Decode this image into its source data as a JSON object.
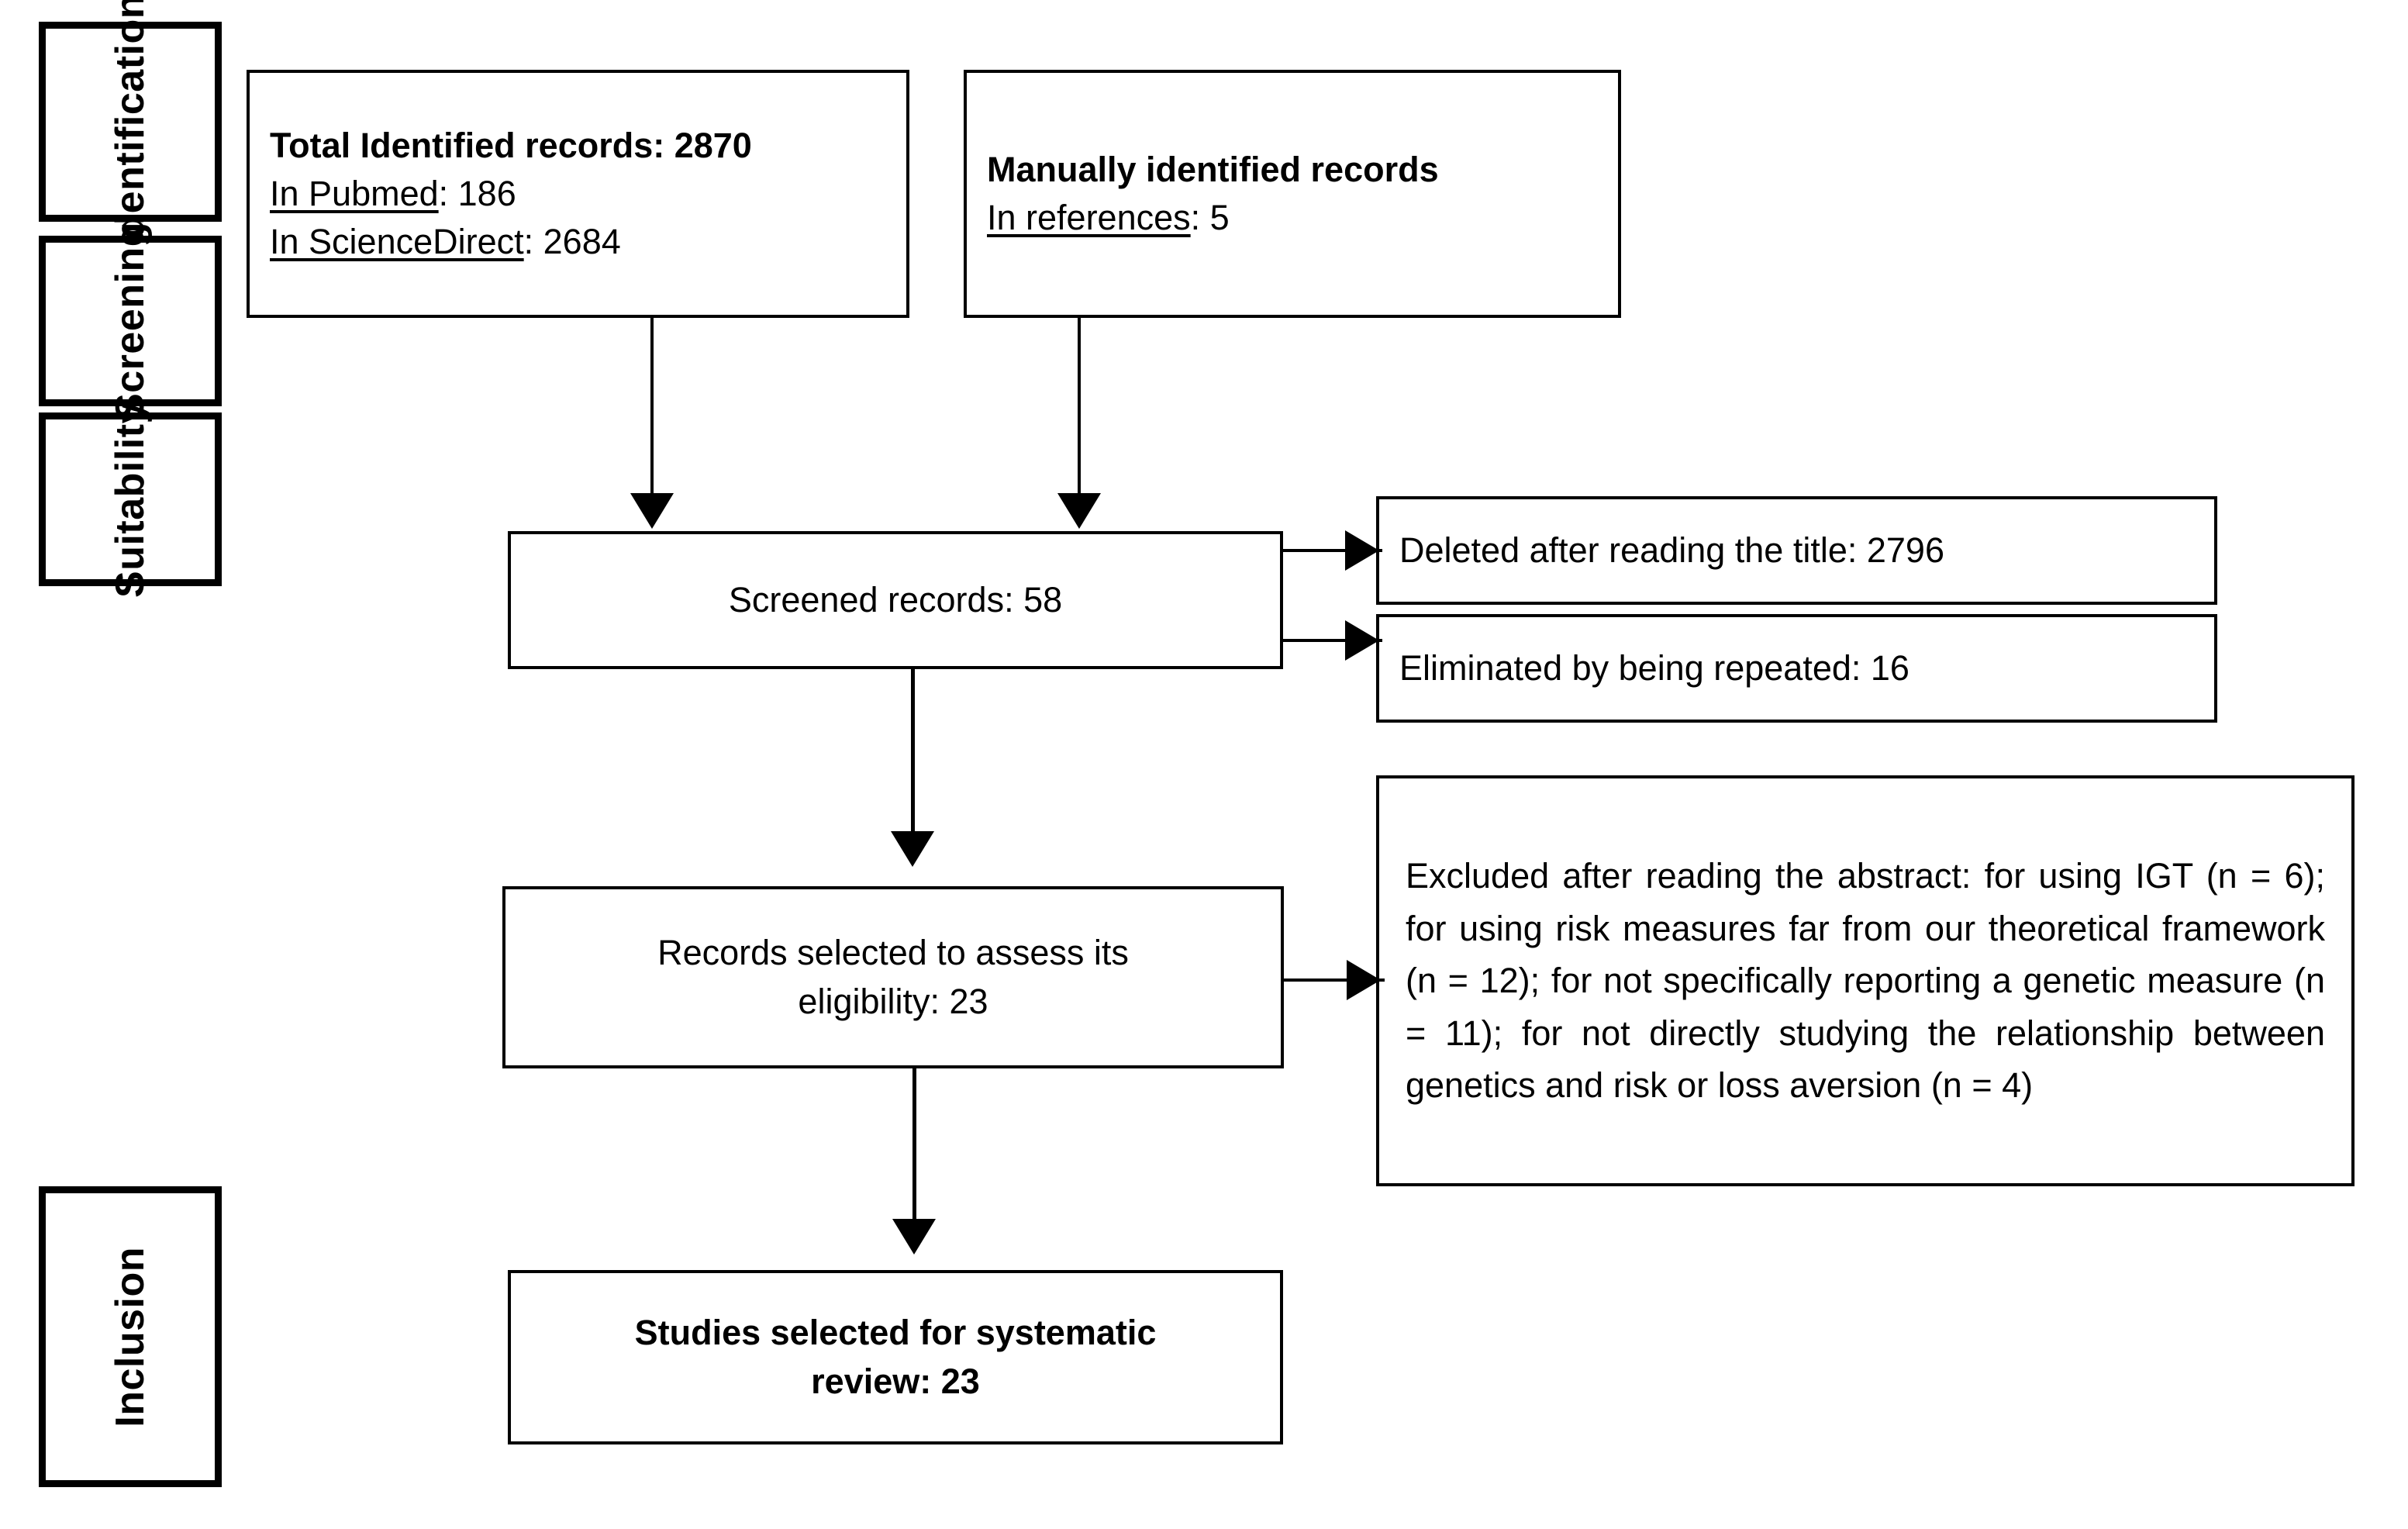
{
  "figure": {
    "type": "prisma-flow-diagram",
    "background_color": "#ffffff",
    "line_color": "#000000"
  },
  "stages": [
    {
      "key": "identification",
      "label": "Identification"
    },
    {
      "key": "screening",
      "label": "Screening"
    },
    {
      "key": "suitability",
      "label": "Suitability"
    },
    {
      "key": "inclusion",
      "label": "Inclusion"
    }
  ],
  "boxes": {
    "identified_records": {
      "title": "Total Identified records: 2870",
      "source_pubmed_label": "In Pubmed",
      "source_pubmed_value": ": 186",
      "source_sciencedirect_label": "In ScienceDirect",
      "source_sciencedirect_value": ": 2684"
    },
    "manual_records": {
      "title": "Manually identified records",
      "source_label": "In references",
      "source_value": ": 5"
    },
    "screened_records": {
      "text": "Screened records: 58"
    },
    "deleted_title": {
      "text": "Deleted after reading the title: 2796"
    },
    "eliminated_repeated": {
      "text": "Eliminated by being repeated: 16"
    },
    "records_eligibility": {
      "line1": "Records selected to assess its",
      "line2": "eligibility: 23"
    },
    "excluded_abstract": {
      "text": "Excluded after reading the abstract: for using IGT (n = 6); for using risk measures far from our theoretical framework (n = 12); for not specifically reporting a genetic measure (n = 11); for not directly studying the relationship between genetics and risk or loss aversion (n = 4)"
    },
    "studies_included": {
      "line1": "Studies selected for systematic",
      "line2": "review: 23"
    }
  },
  "flow_counts": {
    "total_identified": 2870,
    "pubmed": 186,
    "sciencedirect": 2684,
    "manual_references": 5,
    "screened": 58,
    "deleted_after_title": 2796,
    "eliminated_repeated": 16,
    "selected_for_eligibility": 23,
    "excluded_igt": 6,
    "excluded_risk_measures": 12,
    "excluded_no_genetic_measure": 11,
    "excluded_not_direct_relationship": 4,
    "included_studies": 23
  }
}
